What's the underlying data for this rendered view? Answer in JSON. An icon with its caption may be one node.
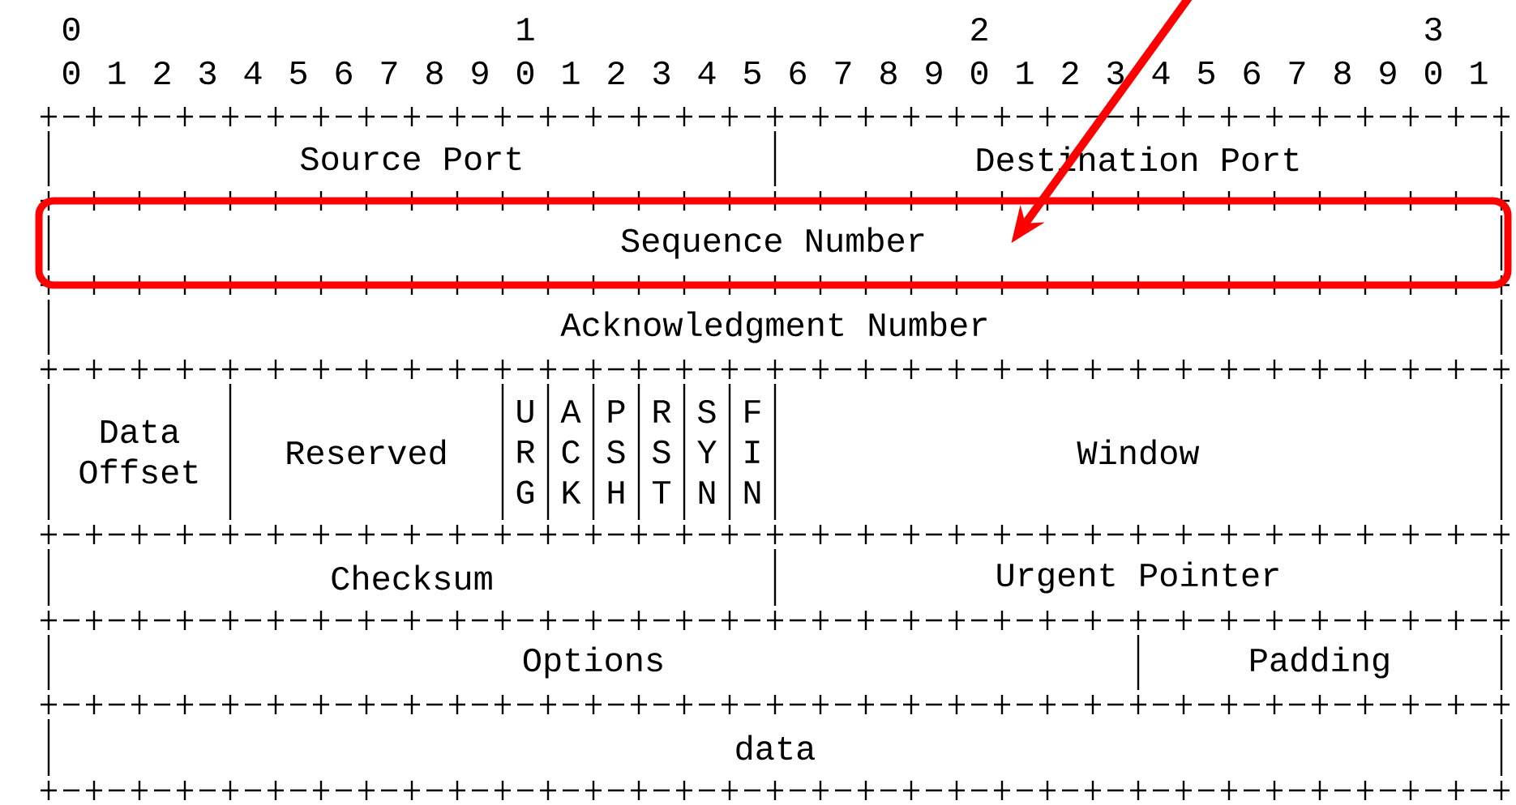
{
  "diagram": {
    "nodes": [
      {
        "text": [
          "Source Port"
        ]
      },
      {
        "text": [
          "Destination Port"
        ]
      },
      {
        "text": [],
        "shape": "box"
      },
      {
        "text": [
          "Sequence Number"
        ],
        "in": 2
      },
      {
        "text": [
          "Acknowledgment Number"
        ]
      },
      {
        "text": [
          "Data Offset"
        ]
      },
      {
        "text": [
          "Reserved"
        ]
      },
      {
        "text": [
          "U R G"
        ]
      },
      {
        "text": [
          "A C K"
        ]
      },
      {
        "text": [
          "P S H"
        ]
      },
      {
        "text": [
          "R S T"
        ]
      },
      {
        "text": [
          "S Y N"
        ]
      },
      {
        "text": [
          "F I N"
        ]
      },
      {
        "text": [
          "Window"
        ]
      },
      {
        "text": [
          "Checksum"
        ]
      },
      {
        "text": [
          "Urgent Pointer"
        ]
      },
      {
        "text": [
          "Options"
        ]
      },
      {
        "text": [
          "Padding"
        ]
      },
      {
        "text": [
          "data"
        ]
      }
    ],
    "edges": [
      {
        "from": null,
        "to": 3,
        "arrow": "to",
        "color": "#ff0000"
      }
    ],
    "labels": [
      "0",
      "1",
      "2",
      "3",
      "0",
      "1",
      "2",
      "3",
      "4",
      "5",
      "6",
      "7",
      "8",
      "9",
      "0",
      "1",
      "2",
      "3",
      "4",
      "5",
      "6",
      "7",
      "8",
      "9",
      "0",
      "1",
      "2",
      "3",
      "4",
      "5",
      "6",
      "7",
      "8",
      "9",
      "0",
      "1"
    ]
  }
}
